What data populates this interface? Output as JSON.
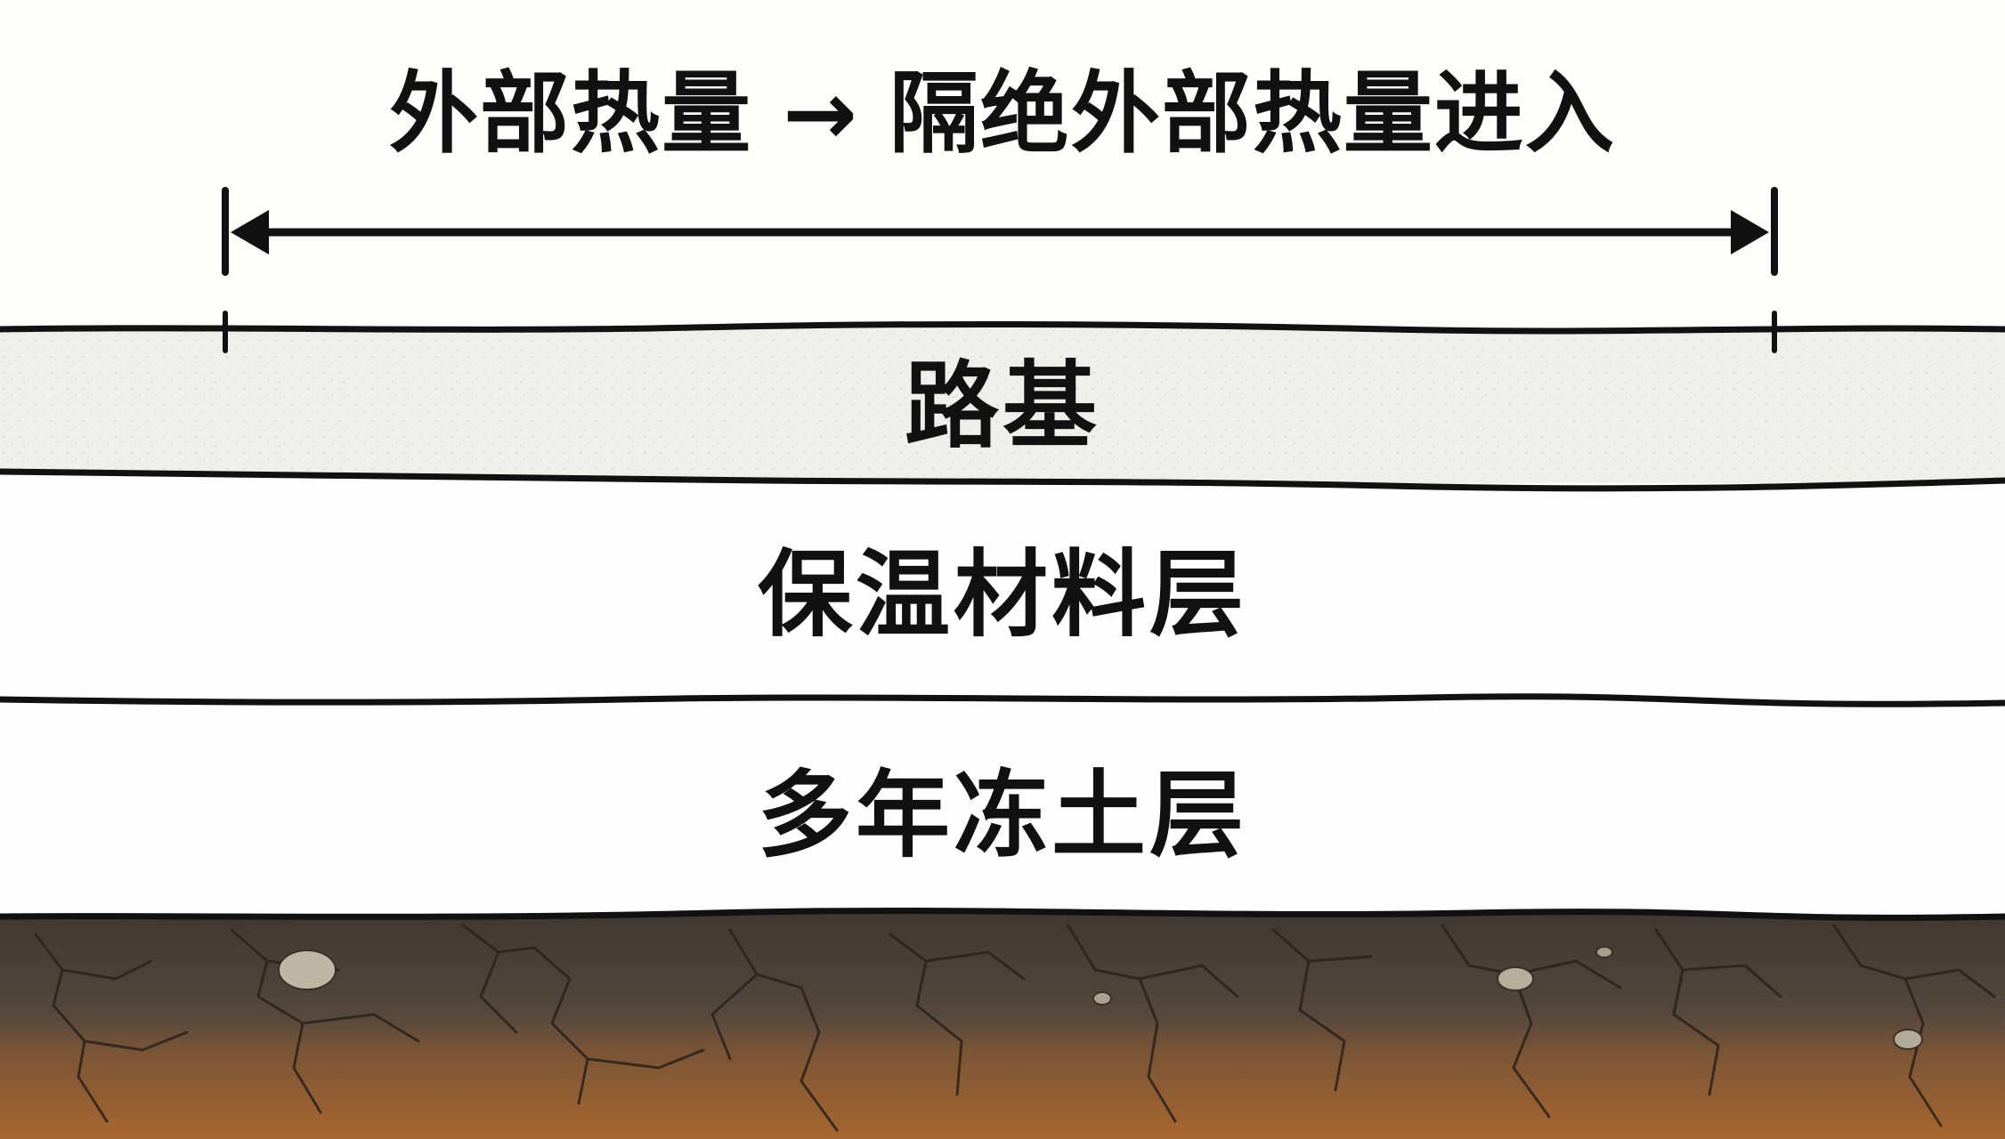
{
  "title": {
    "left_text": "外部热量",
    "arrow": "→",
    "right_text": "隔绝外部热量进入"
  },
  "layers": [
    {
      "key": "subgrade",
      "label": "路基",
      "fill": "#efefec"
    },
    {
      "key": "insulation",
      "label": "保温材料层",
      "fill": "#fefefe"
    },
    {
      "key": "permafrost",
      "label": "多年冻土层",
      "fill": "#fefefe"
    }
  ],
  "soil": {
    "upper_color": "#4a4038",
    "lower_color": "#9a5f30"
  },
  "colors": {
    "ink": "#111111",
    "background": "#fdfdfb"
  },
  "icons": {
    "width_marker": "double-headed-dimension-arrow"
  }
}
